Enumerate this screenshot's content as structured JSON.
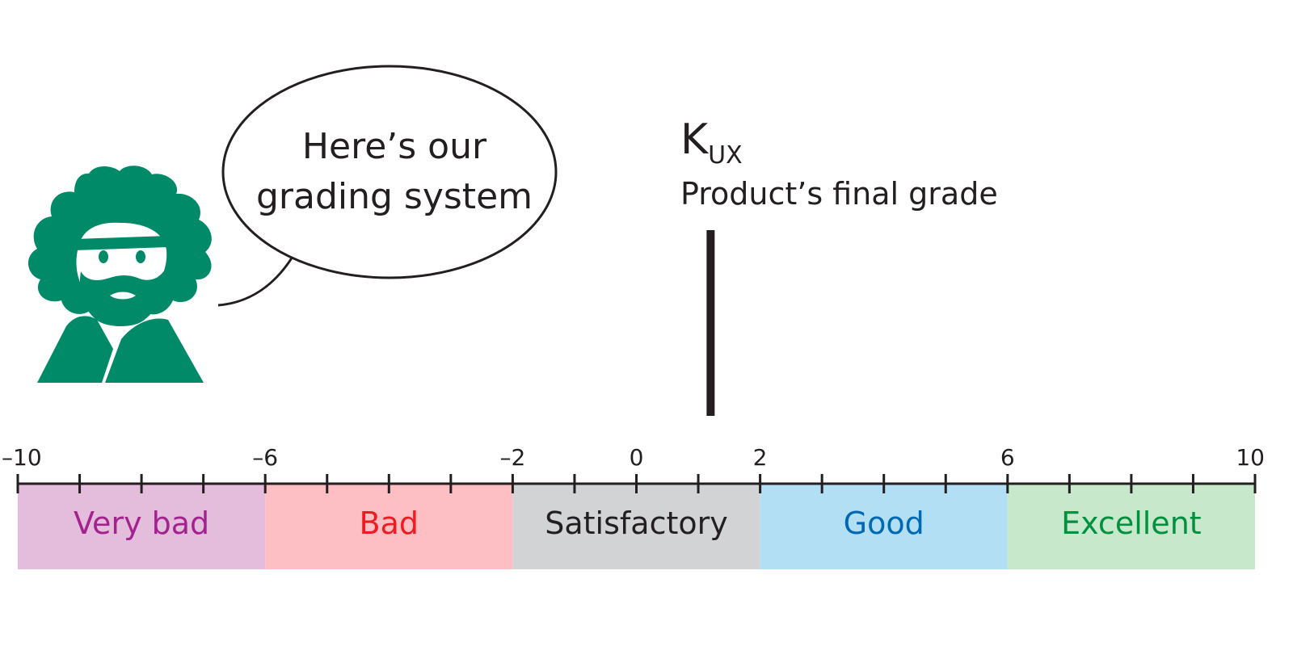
{
  "bubble": {
    "line1": "Here’s our",
    "line2": "grading system"
  },
  "marker": {
    "symbol_main": "K",
    "symbol_sub": "UX",
    "label": "Product’s final grade",
    "value": 1.2
  },
  "scale": {
    "min": -10,
    "max": 10,
    "minor_step": 1,
    "labeled_ticks": [
      {
        "value": -10,
        "label": "–10"
      },
      {
        "value": -6,
        "label": "–6"
      },
      {
        "value": -2,
        "label": "–2"
      },
      {
        "value": 0,
        "label": "0"
      },
      {
        "value": 2,
        "label": "2"
      },
      {
        "value": 6,
        "label": "6"
      },
      {
        "value": 10,
        "label": "10"
      }
    ],
    "bands": [
      {
        "from": -10,
        "to": -6,
        "label": "Very bad",
        "fill": "#e4bcdc",
        "text_color": "#a3238e"
      },
      {
        "from": -6,
        "to": -2,
        "label": "Bad",
        "fill": "#fdbfc3",
        "text_color": "#ed1c24"
      },
      {
        "from": -2,
        "to": 2,
        "label": "Satisfactory",
        "fill": "#d1d3d4",
        "text_color": "#231f20"
      },
      {
        "from": 2,
        "to": 6,
        "label": "Good",
        "fill": "#b2dff4",
        "text_color": "#0069b4"
      },
      {
        "from": 6,
        "to": 10,
        "label": "Excellent",
        "fill": "#c8e8cb",
        "text_color": "#00913f"
      }
    ]
  },
  "mascot": {
    "icon": "bearded-man-icon",
    "color": "#008a68"
  }
}
